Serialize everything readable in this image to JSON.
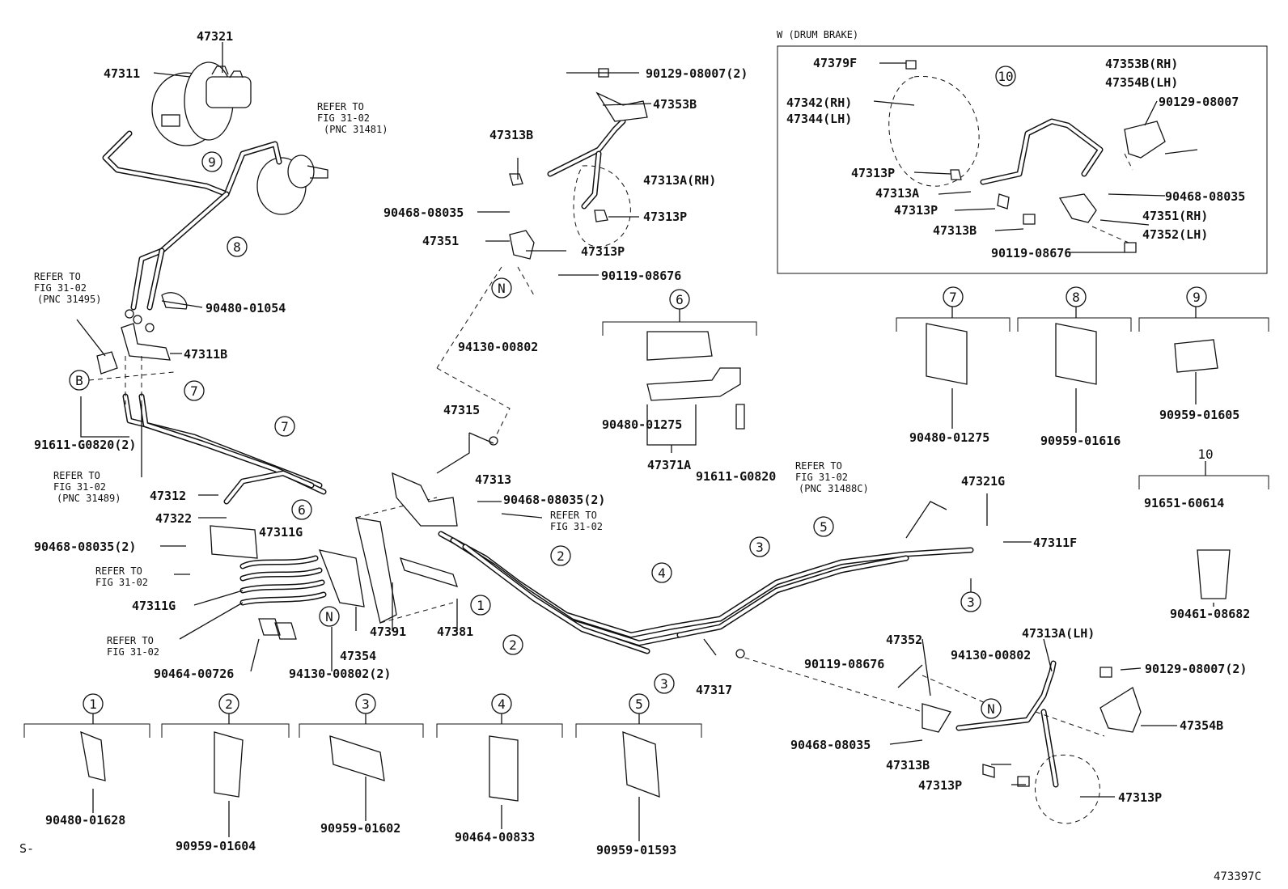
{
  "title": "W (DRUM BRAKE)",
  "footer_left": "S-",
  "footer_right": "473397C",
  "parts": {
    "p47321": "47321",
    "p47311": "47311",
    "refer1_a": "REFER TO",
    "refer1_b": "FIG 31-02",
    "refer1_c": "(PNC 31481)",
    "p47313B_top": "47313B",
    "p90129_top": "90129-08007(2)",
    "p47353B_top": "47353B",
    "p47313A_rh": "47313A(RH)",
    "p90468_08035_a": "90468-08035",
    "p47313P_a": "47313P",
    "p47351_a": "47351",
    "p47313P_b": "47313P",
    "p90119_08676_a": "90119-08676",
    "refer2_a": "REFER TO",
    "refer2_b": "FIG 31-02",
    "refer2_c": "(PNC 31495)",
    "p90480_01054": "90480-01054",
    "p47311B": "47311B",
    "p94130_00802_a": "94130-00802",
    "p91611_g0820_2": "91611-G0820(2)",
    "refer3_a": "REFER TO",
    "refer3_b": "FIG 31-02",
    "refer3_c": "(PNC 31489)",
    "p47312": "47312",
    "p47322": "47322",
    "p90468_08035_2_left": "90468-08035(2)",
    "refer4_a": "REFER TO",
    "refer4_b": "FIG 31-02",
    "p47311G_a": "47311G",
    "p47311G_b": "47311G",
    "refer5_a": "REFER TO",
    "refer5_b": "FIG 31-02",
    "p90464_00726": "90464-00726",
    "p94130_00802_2": "94130-00802(2)",
    "p47354": "47354",
    "p47391": "47391",
    "p47381": "47381",
    "p47315": "47315",
    "p47313": "47313",
    "p90468_08035_2_mid": "90468-08035(2)",
    "refer6_a": "REFER TO",
    "refer6_b": "FIG 31-02",
    "p90480_01275_a": "90480-01275",
    "p47371A": "47371A",
    "p91611_g0820": "91611-G0820",
    "refer7_a": "REFER TO",
    "refer7_b": "FIG 31-02",
    "refer7_c": "(PNC 31488C)",
    "p47321G": "47321G",
    "p47311F": "47311F",
    "p47317": "47317",
    "p47352": "47352",
    "p90119_08676_b": "90119-08676",
    "p94130_00802_b": "94130-00802",
    "p47313A_lh": "47313A(LH)",
    "p90129_bottom": "90129-08007(2)",
    "p47354B_bottom": "47354B",
    "p90468_08035_b": "90468-08035",
    "p47313B_bottom": "47313B",
    "p47313P_c": "47313P",
    "p47313P_d": "47313P",
    "drum_47379F": "47379F",
    "drum_47342": "47342(RH)",
    "drum_47344": "47344(LH)",
    "drum_47313P_a": "47313P",
    "drum_47313A": "47313A",
    "drum_47313P_b": "47313P",
    "drum_47313B": "47313B",
    "drum_90119": "90119-08676",
    "drum_47353B": "47353B(RH)",
    "drum_47354B": "47354B(LH)",
    "drum_90129": "90129-08007",
    "drum_90468": "90468-08035",
    "drum_47351": "47351(RH)",
    "drum_47352": "47352(LH)",
    "k7": "90480-01275",
    "k8": "90959-01616",
    "k9": "90959-01605",
    "k10a": "91651-60614",
    "k10b": "90461-08682",
    "k1": "90480-01628",
    "k2": "90959-01604",
    "k3": "90959-01602",
    "k4": "90464-00833",
    "k5": "90959-01593",
    "k6": "90480-01275"
  },
  "callouts": {
    "c1": "1",
    "c2": "2",
    "c3": "3",
    "c4": "4",
    "c5": "5",
    "c6": "6",
    "c7": "7",
    "c8": "8",
    "c9": "9",
    "c10": "10",
    "b": "B",
    "n": "N"
  }
}
